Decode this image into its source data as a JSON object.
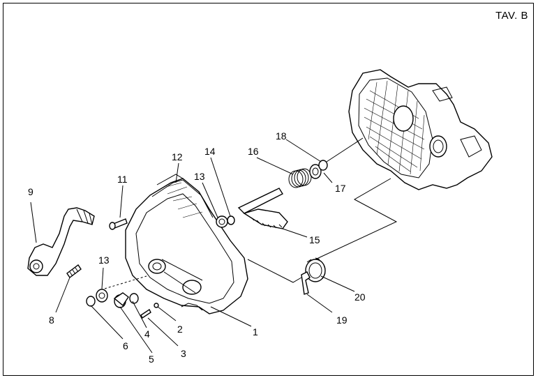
{
  "table_title": "TAV. B",
  "part_labels": {
    "p1": "1",
    "p2": "2",
    "p3": "3",
    "p4": "4",
    "p5": "5",
    "p6": "6",
    "p8": "8",
    "p9": "9",
    "p11": "11",
    "p12": "12",
    "p13a": "13",
    "p13b": "13",
    "p14": "14",
    "p15": "15",
    "p16": "16",
    "p17": "17",
    "p18": "18",
    "p19": "19",
    "p20": "20"
  }
}
